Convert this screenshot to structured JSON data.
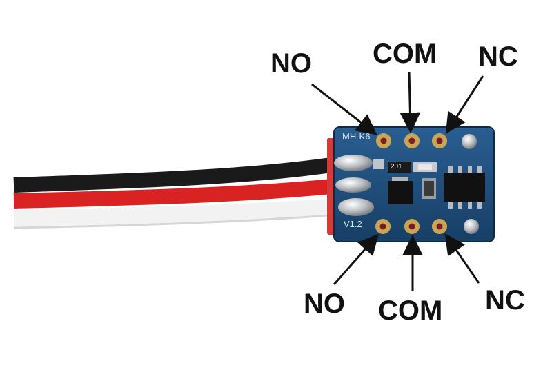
{
  "labels": {
    "top": {
      "no": "NO",
      "com": "COM",
      "nc": "NC"
    },
    "bottom": {
      "no": "NO",
      "com": "COM",
      "nc": "NC"
    }
  },
  "board": {
    "silkscreen_model": "MH-K6",
    "silkscreen_version": "V1.2",
    "component_marking": "201"
  },
  "colors": {
    "pcb": "#1f4f7f",
    "wire_black": "#1a1a1a",
    "wire_red": "#d92323",
    "wire_white": "#f2f2f2",
    "pad_ring": "#c9a55a",
    "arrow": "#111111"
  },
  "icons": {
    "board": "relay-module-pcb",
    "wires": "three-wire-servo-cable",
    "arrows": "arrow-pointer"
  }
}
